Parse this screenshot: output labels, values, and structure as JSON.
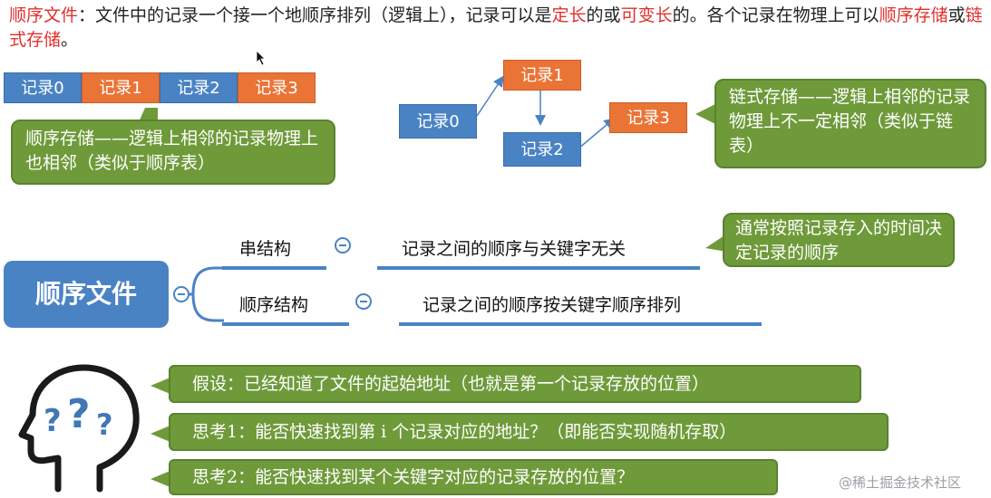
{
  "intro": {
    "term_sequential_file": "顺序文件",
    "text_1": "：文件中的记录一个接一个地顺序排列（逻辑上），记录可以是",
    "term_fixed_length": "定长",
    "text_2": "的或",
    "term_variable_length": "可变长",
    "text_3": "的。各个记录在物理上可以",
    "term_sequential_storage": "顺序存储",
    "text_4": "或",
    "term_linked_storage": "链式存储",
    "text_5": "。"
  },
  "sequential_storage": {
    "records": [
      "记录0",
      "记录1",
      "记录2",
      "记录3"
    ],
    "note": "顺序存储——逻辑上相邻的记录物理上也相邻（类似于顺序表）"
  },
  "linked_storage": {
    "records": [
      "记录0",
      "记录1",
      "记录2",
      "记录3"
    ],
    "note": "链式存储——逻辑上相邻的记录物理上不一定相邻（类似于链表）"
  },
  "mindmap": {
    "root": "顺序文件",
    "branches": [
      {
        "label": "串结构",
        "desc": "记录之间的顺序与关键字无关"
      },
      {
        "label": "顺序结构",
        "desc": "记录之间的顺序按关键字顺序排列"
      }
    ],
    "note": "通常按照记录存入的时间决定记录的顺序"
  },
  "thoughts": {
    "assumption": "假设：已经知道了文件的起始地址（也就是第一个记录存放的位置）",
    "question_1": "思考1：能否快速找到第 i 个记录对应的地址？（即能否实现随机存取）",
    "question_2": "思考2：能否快速找到某个关键字对应的记录存放的位置？"
  },
  "watermark": "@稀土掘金技术社区",
  "colors": {
    "blue": "#4a83c4",
    "orange": "#ea7436",
    "green": "#6f9a3a",
    "red": "#e0302d"
  }
}
